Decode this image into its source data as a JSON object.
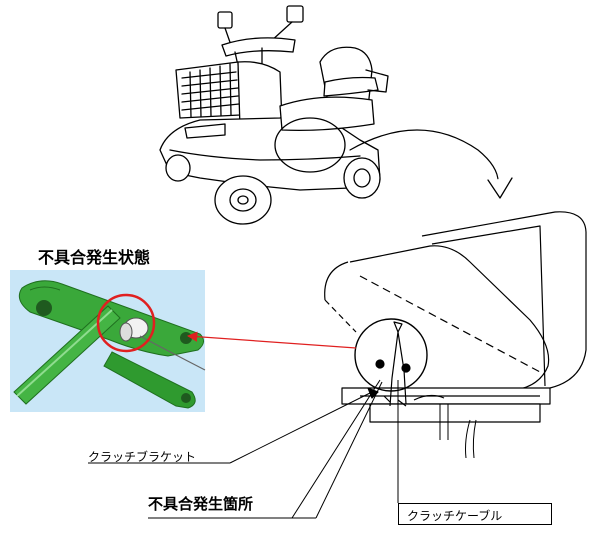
{
  "labels": {
    "defect_state": "不具合発生状態",
    "clutch_bracket": "クラッチブラケット",
    "defect_location": "不具合発生箇所",
    "clutch_cable": "クラッチケーブル"
  },
  "colors": {
    "photo_background": "#c9e6f7",
    "bracket_green": "#2f9a2f",
    "highlight_red": "#e02020",
    "line_black": "#000000"
  }
}
